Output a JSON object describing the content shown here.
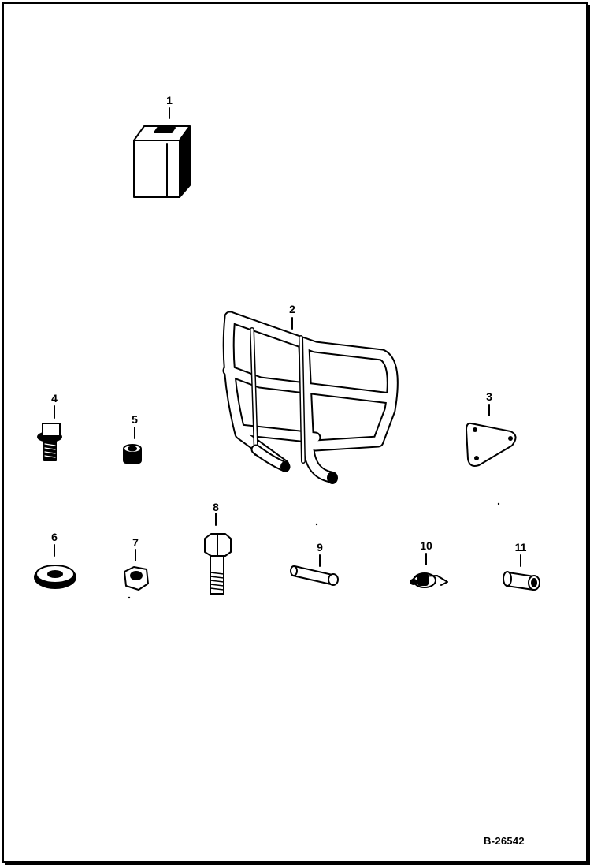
{
  "diagram": {
    "reference": "B-26542",
    "parts": [
      {
        "id": "1",
        "icon": "box-kit-icon"
      },
      {
        "id": "2",
        "icon": "grill-guard-icon"
      },
      {
        "id": "3",
        "icon": "triangular-plate-icon"
      },
      {
        "id": "4",
        "icon": "flange-bolt-icon"
      },
      {
        "id": "5",
        "icon": "lock-nut-icon"
      },
      {
        "id": "6",
        "icon": "flat-washer-icon"
      },
      {
        "id": "7",
        "icon": "hex-nut-icon"
      },
      {
        "id": "8",
        "icon": "hex-bolt-icon"
      },
      {
        "id": "9",
        "icon": "pin-icon"
      },
      {
        "id": "10",
        "icon": "hair-pin-clip-icon"
      },
      {
        "id": "11",
        "icon": "spacer-bushing-icon"
      }
    ]
  }
}
